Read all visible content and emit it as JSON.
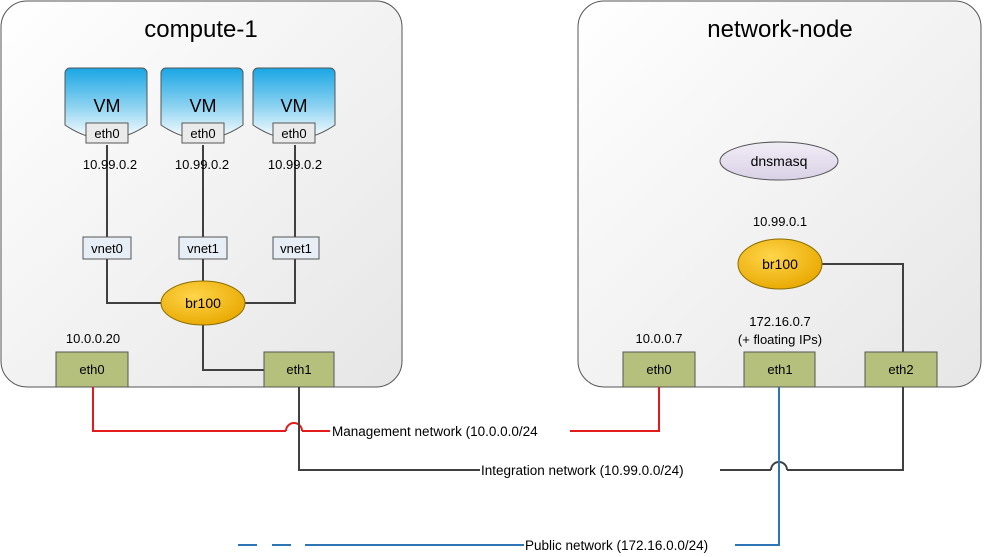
{
  "compute_node": {
    "title": "compute-1",
    "vms": [
      {
        "label": "VM",
        "iface": "eth0",
        "ip": "10.99.0.2",
        "vnet": "vnet0"
      },
      {
        "label": "VM",
        "iface": "eth0",
        "ip": "10.99.0.2",
        "vnet": "vnet1"
      },
      {
        "label": "VM",
        "iface": "eth0",
        "ip": "10.99.0.2",
        "vnet": "vnet1"
      }
    ],
    "bridge": "br100",
    "eth0": {
      "label": "eth0",
      "ip": "10.0.0.20"
    },
    "eth1": {
      "label": "eth1"
    }
  },
  "network_node": {
    "title": "network-node",
    "dnsmasq": "dnsmasq",
    "bridge": "br100",
    "bridge_ip": "10.99.0.1",
    "eth0": {
      "label": "eth0",
      "ip": "10.0.0.7"
    },
    "eth1": {
      "label": "eth1",
      "ip": "172.16.0.7",
      "note": "(+ floating IPs)"
    },
    "eth2": {
      "label": "eth2"
    }
  },
  "networks": {
    "management": "Management network (10.0.0.0/24",
    "integration": "Integration network (10.99.0.0/24)",
    "public": "Public network (172.16.0.0/24)"
  },
  "colors": {
    "management": "#e31b1b",
    "integration": "#404040",
    "public": "#2e75b6",
    "port_fill": "#b5c07c",
    "bridge_fill": "#f5b800",
    "vm_fill_top": "#1aa6e4",
    "dnsmasq_fill": "#e6e0ef"
  }
}
